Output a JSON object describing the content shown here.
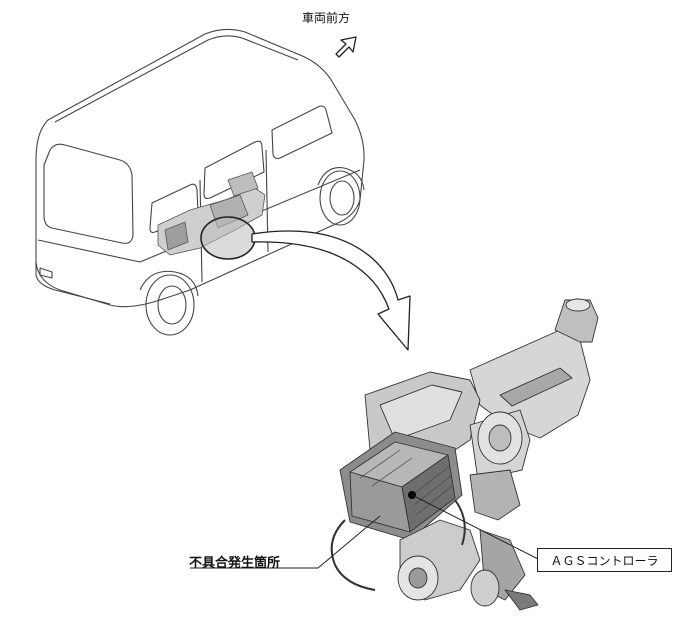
{
  "labels": {
    "vehicle_front": "車両前方",
    "defect_location": "不具合発生箇所",
    "ags_controller": "ＡＧＳコントローラ"
  },
  "colors": {
    "line": "#333333",
    "metal_light": "#d9d9d9",
    "metal_mid": "#a6a6a6",
    "metal_dark": "#595959",
    "highlight_fill": "#bdbdbd"
  },
  "icons": {
    "direction_arrow": "outlined-arrow-up-right",
    "callout_arrow": "curved-outlined-arrow-down"
  }
}
